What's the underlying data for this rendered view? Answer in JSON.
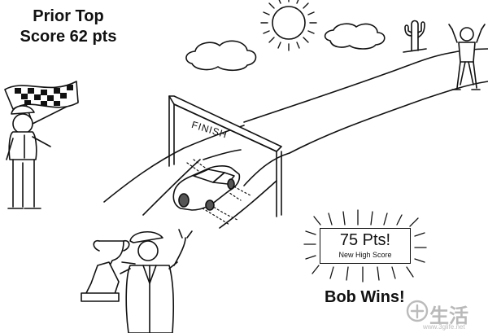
{
  "prior_score": {
    "line1": "Prior Top",
    "line2": "Score 62 pts"
  },
  "finish_banner": "FINISH",
  "score_sign": {
    "points": "75 Pts!",
    "subtitle": "New High Score"
  },
  "winner_text": "Bob Wins!",
  "watermark": {
    "text": "生活",
    "url": "www.3glife.net"
  },
  "colors": {
    "ink": "#111111",
    "background": "#ffffff",
    "watermark": "#bbbbbb"
  },
  "icons": [
    "sun-icon",
    "cloud-icon",
    "cactus-icon",
    "checkered-flag-icon",
    "trophy-icon",
    "race-car-icon"
  ]
}
